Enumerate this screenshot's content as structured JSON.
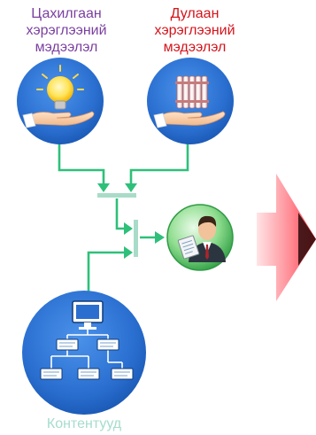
{
  "electricity": {
    "lines": [
      "Цахилгаан",
      "хэрэглээний",
      "мэдээлэл"
    ],
    "color": "#7a3fa0"
  },
  "heat": {
    "lines": [
      "Дулаан",
      "хэрэглээний",
      "мэдээлэл"
    ],
    "color": "#d4141b"
  },
  "content": {
    "label": "Контентууд",
    "color": "#a6dccd"
  },
  "colors": {
    "circle_blue": "#2a6fd0",
    "connector_green": "#2ec07a",
    "arrow_red": "#ff3b4a"
  },
  "icons": {
    "electricity": "lightbulb-hand-icon",
    "heat": "radiator-hand-icon",
    "operator": "operator-person-icon",
    "content": "sitemap-monitor-icon",
    "output": "big-red-arrow-icon"
  }
}
